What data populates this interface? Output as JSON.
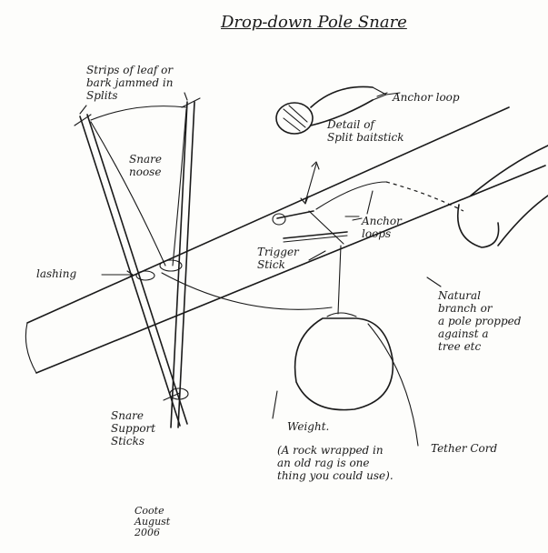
{
  "title": "Drop-down Pole Snare",
  "labels": {
    "strips": "Strips of leaf or\nbark jammed in\nSplits",
    "snare_noose": "Snare\nnoose",
    "lashing": "lashing",
    "support_sticks": "Snare\nSupport\nSticks",
    "anchor_loop": "Anchor loop",
    "detail": "Detail of\nSplit baitstick",
    "anchor_loops": "Anchor\nloops",
    "trigger_stick": "Trigger\nStick",
    "natural_branch": "Natural\nbranch or\na pole propped\nagainst a\ntree etc",
    "weight": "Weight.",
    "weight_note": "(A rock wrapped in\nan old rag is one\nthing you could use).",
    "tether_cord": "Tether Cord",
    "signature": "Coote\nAugust\n2006"
  }
}
